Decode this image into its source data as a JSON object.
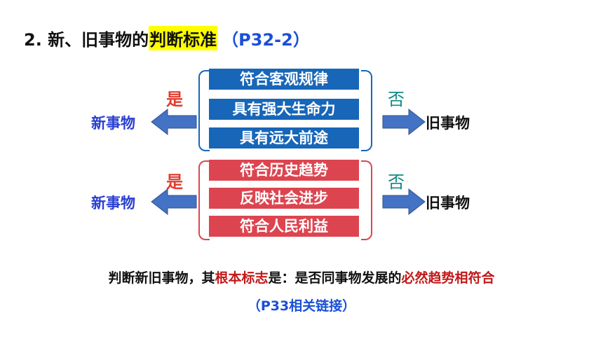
{
  "title": {
    "prefix": "2. 新、旧事物的",
    "highlight": "判断标准",
    "ref": "（P32-2）"
  },
  "groups": [
    {
      "items": [
        "符合客观规律",
        "具有强大生命力",
        "具有远大前途"
      ],
      "yes_label": "是",
      "no_label": "否",
      "new_label": "新事物",
      "old_label": "旧事物"
    },
    {
      "items": [
        "符合历史趋势",
        "反映社会进步",
        "符合人民利益"
      ],
      "yes_label": "是",
      "no_label": "否",
      "new_label": "新事物",
      "old_label": "旧事物"
    }
  ],
  "conclusion": {
    "part1": "判断新旧事物，其",
    "part2": "根本标志",
    "part3": "是：是否同事物发展的",
    "part4": "必然趋势相符合",
    "ref": "（P33相关链接）"
  },
  "colors": {
    "blue_box": "#1766b8",
    "red_box": "#dc4550",
    "arrow": "#4472c4",
    "highlight": "#ffff00",
    "accent_red": "#c21818"
  }
}
